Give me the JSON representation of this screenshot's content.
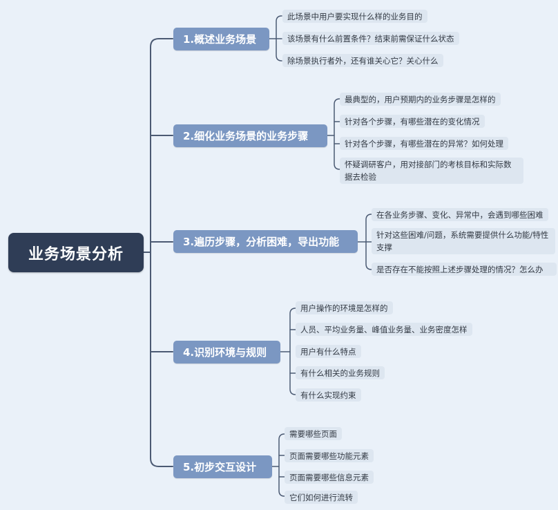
{
  "root": {
    "label": "业务场景分析"
  },
  "branches": [
    {
      "label": "1.概述业务场景",
      "items": [
        "此场景中用户要实现什么样的业务目的",
        "该场景有什么前置条件？结束前需保证什么状态",
        "除场景执行者外，还有谁关心它？关心什么"
      ]
    },
    {
      "label": "2.细化业务场景的业务步骤",
      "items": [
        "最典型的，用户预期内的业务步骤是怎样的",
        "针对各个步骤，有哪些潜在的变化情况",
        "针对各个步骤，有哪些潜在的异常？如何处理",
        "怀疑调研客户，用对接部门的考核目标和实际数据去检验"
      ]
    },
    {
      "label": "3.遍历步骤，分析困难，导出功能",
      "items": [
        "在各业务步骤、变化、异常中，会遇到哪些困难",
        "针对这些困难/问题，系统需要提供什么功能/特性支撑",
        "是否存在不能按照上述步骤处理的情况？怎么办"
      ]
    },
    {
      "label": "4.识别环境与规则",
      "items": [
        "用户操作的环境是怎样的",
        "人员、平均业务量、峰值业务量、业务密度怎样",
        "用户有什么特点",
        "有什么相关的业务规则",
        "有什么实现约束"
      ]
    },
    {
      "label": "5.初步交互设计",
      "items": [
        "需要哪些页面",
        "页面需要哪些功能元素",
        "页面需要哪些信息元素",
        "它们如何进行流转"
      ]
    }
  ],
  "colors": {
    "background": "#eaf1f9",
    "root": "#2f3d56",
    "branch": "#7b97c2",
    "leaf": "#dde6f0",
    "connector": "#4b5a73"
  }
}
